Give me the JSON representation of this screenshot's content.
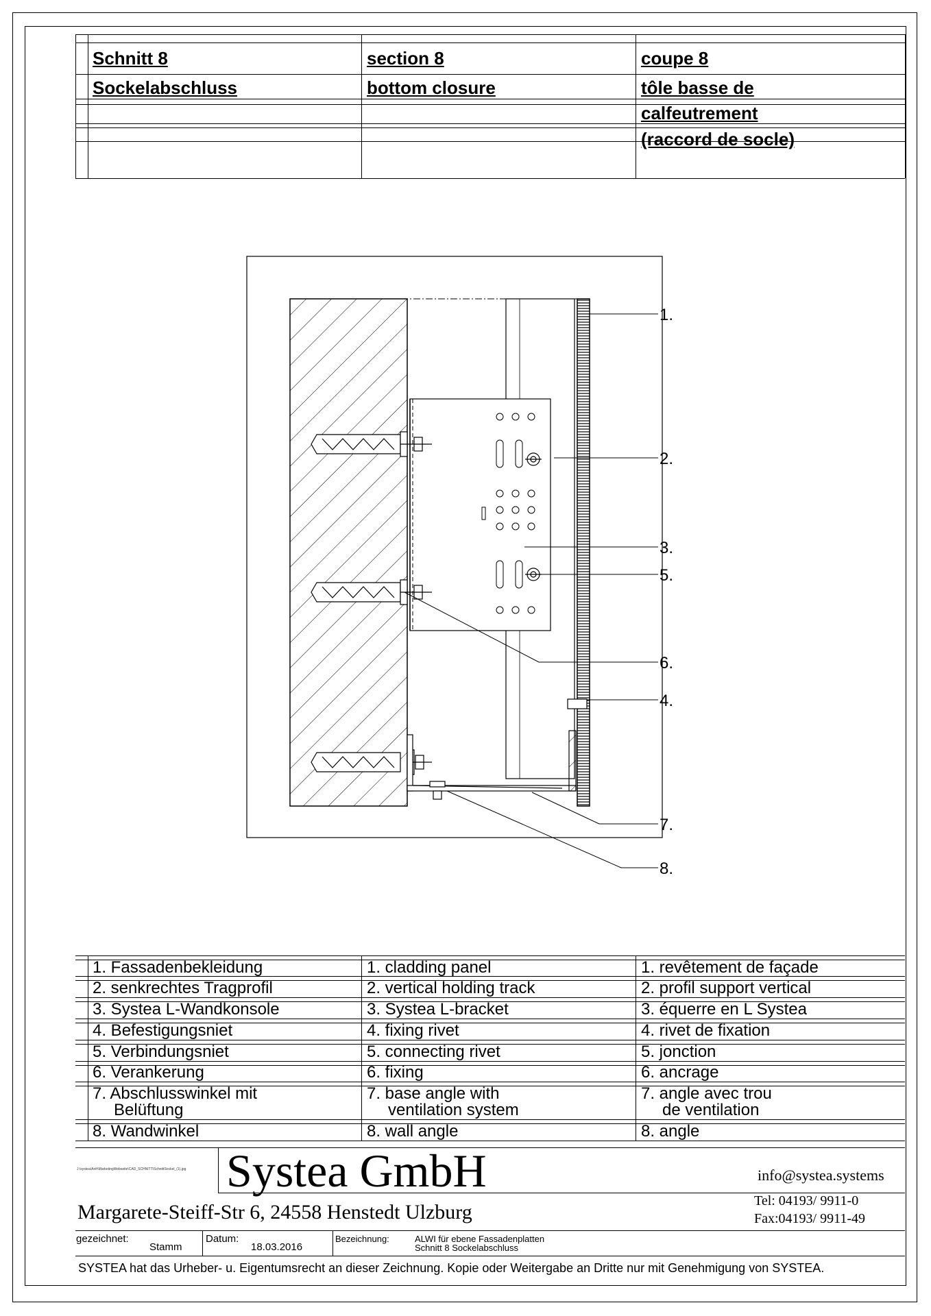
{
  "header": {
    "col_de_title": "Schnitt 8",
    "col_en_title": "section 8",
    "col_fr_title": "coupe 8",
    "col_de_sub": "Sockelabschluss",
    "col_en_sub": "bottom closure",
    "col_fr_sub_1": "tôle basse de",
    "col_fr_sub_2": "calfeutrement",
    "col_fr_sub_3": "(raccord de socle)"
  },
  "callouts": [
    "1.",
    "2.",
    "3.",
    "5.",
    "6.",
    "4.",
    "7.",
    "8."
  ],
  "legend": {
    "de": [
      "1. Fassadenbekleidung",
      "2. senkrechtes Tragprofil",
      "3. Systea L-Wandkonsole",
      "4. Befestigungsniet",
      "5. Verbindungsniet",
      "6. Verankerung",
      "7. Abschlusswinkel mit",
      "Belüftung",
      "8. Wandwinkel"
    ],
    "en": [
      "1. cladding panel",
      "2. vertical holding track",
      "3. Systea L-bracket",
      "4. fixing rivet",
      "5. connecting rivet",
      "6. fixing",
      "7. base angle with",
      "ventilation system",
      "8. wall angle"
    ],
    "fr": [
      "1. revêtement de façade",
      "2. profil support vertical",
      "3. équerre en L Systea",
      "4. rivet de fixation",
      "5. jonction",
      "6. ancrage",
      "7. angle avec trou",
      "de ventilation",
      "8. angle"
    ]
  },
  "footer": {
    "company": "Systea GmbH",
    "address": "Margarete-Steiff-Str 6, 24558 Henstedt Ulzburg",
    "email": "info@systea.systems",
    "tel": "Tel: 04193/ 9911-0",
    "fax": "Fax:04193/ 9911-49",
    "path": "J:\\systea\\Anfr\\MarketingWebseite\\CAD_SCHNITT\\SchnittSockel_(1).jpg",
    "drawn_label": "gezeichnet:",
    "drawn_value": "Stamm",
    "date_label": "Datum:",
    "date_value": "18.03.2016",
    "designation_label": "Bezeichnung:",
    "designation_1": "ALWI für ebene Fassadenplatten",
    "designation_2": "Schnitt 8 Sockelabschluss",
    "copyright": "SYSTEA hat das Urheber- u. Eigentumsrecht an dieser Zeichnung. Kopie oder Weitergabe an Dritte nur mit Genehmigung von SYSTEA."
  }
}
